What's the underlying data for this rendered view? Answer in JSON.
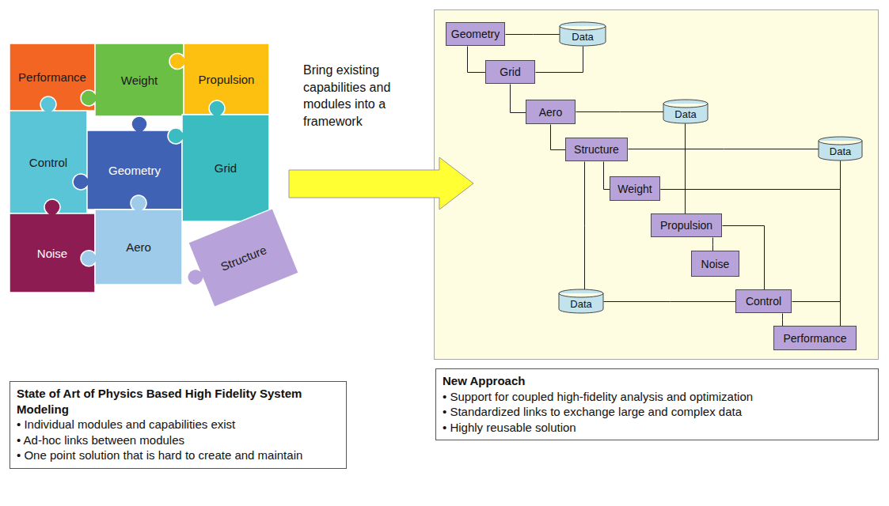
{
  "diagram": {
    "nodes": [
      {
        "text": [
          "Performance"
        ]
      },
      {
        "text": [
          "Weight"
        ]
      },
      {
        "text": [
          "Propulsion"
        ]
      },
      {
        "text": [
          "Control"
        ]
      },
      {
        "text": [
          "Geometry"
        ]
      },
      {
        "text": [
          "Grid"
        ]
      },
      {
        "text": [
          "Noise"
        ]
      },
      {
        "text": [
          "Aero"
        ]
      },
      {
        "text": [
          "Structure"
        ]
      },
      {
        "text": [
          "Geometry"
        ]
      },
      {
        "text": [
          "Data"
        ]
      },
      {
        "text": [
          "Grid"
        ]
      },
      {
        "text": [
          "Aero"
        ]
      },
      {
        "text": [
          "Data"
        ]
      },
      {
        "text": [
          "Structure"
        ]
      },
      {
        "text": [
          "Data"
        ]
      },
      {
        "text": [
          "Weight"
        ]
      },
      {
        "text": [
          "Propulsion"
        ]
      },
      {
        "text": [
          "Noise"
        ]
      },
      {
        "text": [
          "Data"
        ]
      },
      {
        "text": [
          "Control"
        ]
      },
      {
        "text": [
          "Performance"
        ]
      },
      {
        "text": [
          "State of Art of Physics Based High Fidelity System Modeling",
          "• Individual modules and capabilities exist",
          "• Ad-hoc links between modules",
          "• One point solution that is hard to create and maintain"
        ]
      },
      {
        "text": [
          "New Approach",
          "• Support for coupled high-fidelity analysis and optimization",
          "• Standardized links to exchange large and complex data",
          "• Highly reusable solution"
        ]
      }
    ],
    "edges": [
      {
        "from": 9,
        "to": 10,
        "arrow": "none"
      },
      {
        "from": 9,
        "to": 11,
        "arrow": "none"
      },
      {
        "from": 11,
        "to": 10,
        "arrow": "none"
      },
      {
        "from": 11,
        "to": 12,
        "arrow": "none"
      },
      {
        "from": 12,
        "to": 13,
        "arrow": "none"
      },
      {
        "from": 12,
        "to": 14,
        "arrow": "none"
      },
      {
        "from": 14,
        "to": 15,
        "arrow": "none"
      },
      {
        "from": 14,
        "to": 16,
        "arrow": "none"
      },
      {
        "from": 13,
        "to": 16,
        "arrow": "none"
      },
      {
        "from": 13,
        "to": 17,
        "arrow": "none"
      },
      {
        "from": 15,
        "to": 16,
        "arrow": "none"
      },
      {
        "from": 15,
        "to": 20,
        "arrow": "none"
      },
      {
        "from": 15,
        "to": 21,
        "arrow": "none"
      },
      {
        "from": 14,
        "to": 19,
        "arrow": "none"
      },
      {
        "from": 19,
        "to": 20,
        "arrow": "none"
      },
      {
        "from": 20,
        "to": 21,
        "arrow": "none"
      },
      {
        "from": 17,
        "to": 20,
        "arrow": "none"
      },
      {
        "from": 17,
        "to": 18,
        "arrow": "none"
      }
    ],
    "labels": [
      "Bring existing capabilities and modules into a framework"
    ]
  }
}
